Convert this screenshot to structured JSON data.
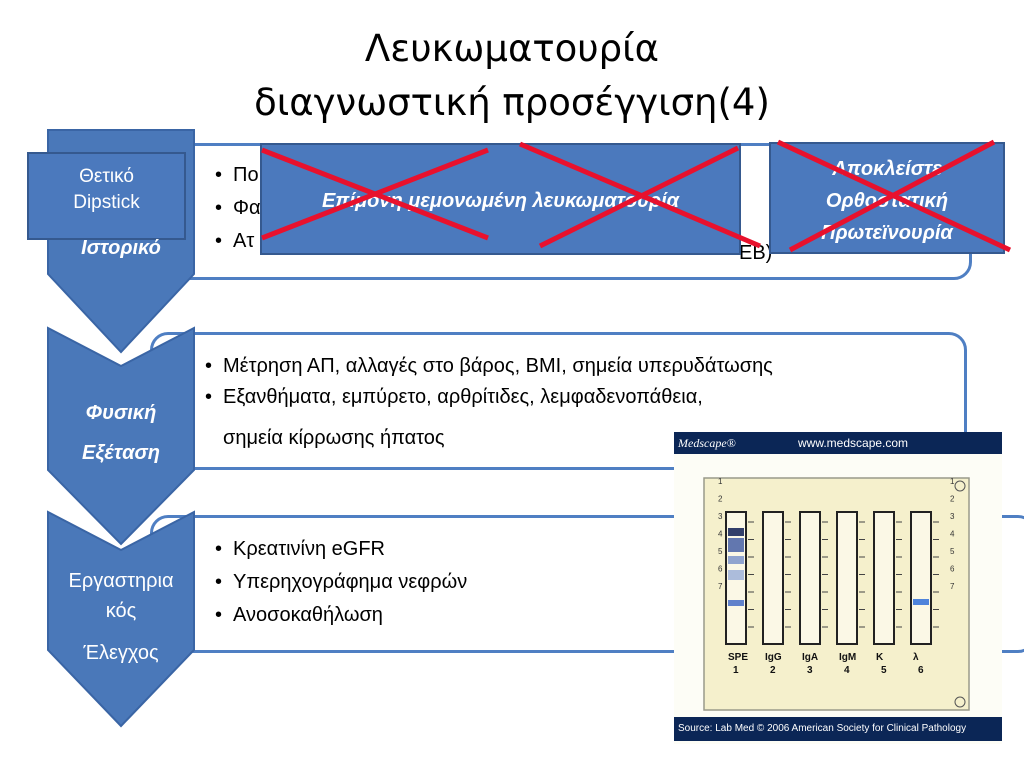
{
  "slide": {
    "title_line1": "Λευκωματουρία",
    "title_line2": "διαγνωστική προσέγγιση(4)"
  },
  "sections": {
    "history": {
      "items": [
        "Πο",
        "Φα",
        "Ατ"
      ],
      "overflow_text": "ΕΒ)"
    },
    "physical": {
      "label_line1": "Φυσική",
      "label_line2": "Εξέταση",
      "items": [
        "Μέτρηση ΑΠ, αλλαγές στο βάρος, BMI, σημεία υπερυδάτωσης",
        "Εξανθήματα, εμπύρετο, αρθρίτιδες, λεμφαδενοπάθεια,",
        "σημεία κίρρωσης ήπατος"
      ]
    },
    "lab": {
      "label_line1": "Εργαστηρια",
      "label_line2": "κός",
      "label_line3": "Έλεγχος",
      "items": [
        "Κρεατινίνη eGFR",
        "Υπερηχογράφημα νεφρών",
        "Ανοσοκαθήλωση"
      ]
    }
  },
  "dipstick_box": {
    "line1": "Θετικό",
    "line2": "Dipstick",
    "line3": "Ιστορικό"
  },
  "isolated_box": {
    "text": "Επίμονη μεμονωμένη λευκωματουρία"
  },
  "orthostatic_box": {
    "line1": "Αποκλείστε",
    "line2": "Ορθοστατική",
    "line3": "Πρωτεϊνουρία"
  },
  "medscape_image": {
    "brand": "Medscape®",
    "url": "www.medscape.com",
    "source": "Source: Lab Med © 2006 American Society for Clinical Pathology",
    "lane_labels": [
      "SPE",
      "IgG",
      "IgA",
      "IgM",
      "K",
      "λ"
    ],
    "lane_numbers": [
      "1",
      "2",
      "3",
      "4",
      "5",
      "6"
    ],
    "row_numbers": [
      "1",
      "2",
      "3",
      "4",
      "5",
      "6",
      "7"
    ]
  },
  "colors": {
    "chevron_fill": "#4a78b9",
    "panel_border": "#4f7fc3",
    "box_fill": "#4b79bd",
    "cross_red": "#e8112d",
    "medscape_bar": "#0b2656"
  }
}
